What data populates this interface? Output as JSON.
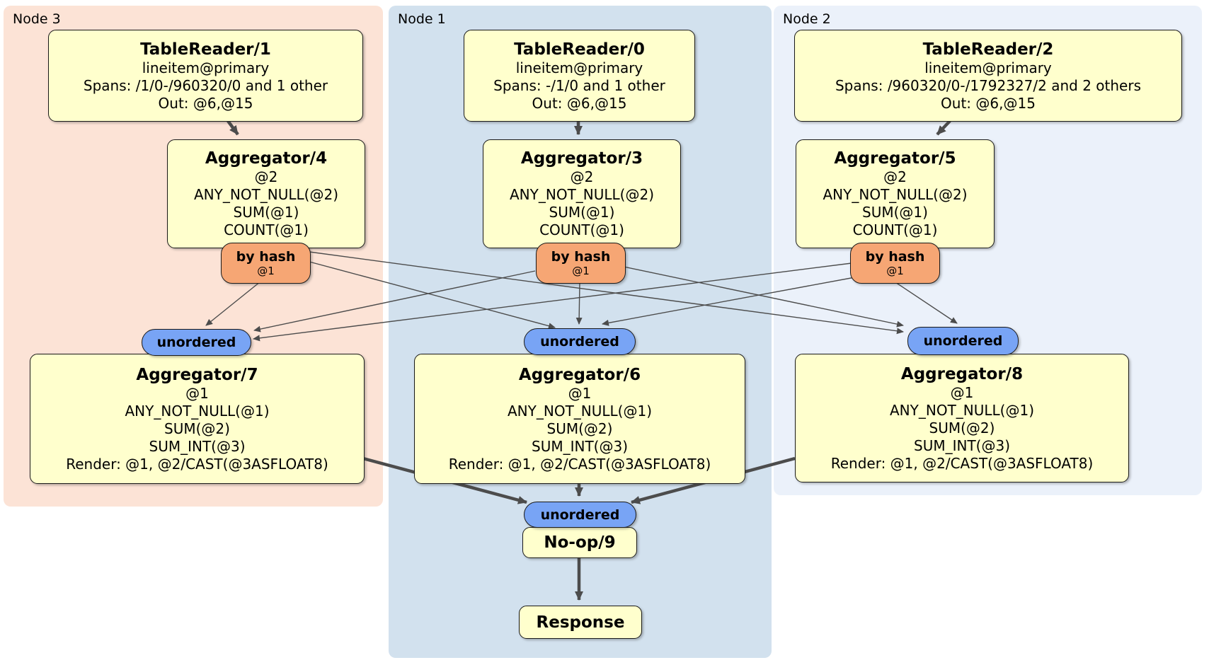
{
  "regions": {
    "node3": {
      "label": "Node 3"
    },
    "node1": {
      "label": "Node 1"
    },
    "node2": {
      "label": "Node 2"
    }
  },
  "processors": {
    "tr1": {
      "title": "TableReader/1",
      "lines": [
        "lineitem@primary",
        "Spans: /1/0-/960320/0 and 1 other",
        "Out: @6,@15"
      ]
    },
    "tr0": {
      "title": "TableReader/0",
      "lines": [
        "lineitem@primary",
        "Spans: -/1/0 and 1 other",
        "Out: @6,@15"
      ]
    },
    "tr2": {
      "title": "TableReader/2",
      "lines": [
        "lineitem@primary",
        "Spans: /960320/0-/1792327/2 and 2 others",
        "Out: @6,@15"
      ]
    },
    "agg4": {
      "title": "Aggregator/4",
      "lines": [
        "@2",
        "ANY_NOT_NULL(@2)",
        "SUM(@1)",
        "COUNT(@1)"
      ]
    },
    "agg3": {
      "title": "Aggregator/3",
      "lines": [
        "@2",
        "ANY_NOT_NULL(@2)",
        "SUM(@1)",
        "COUNT(@1)"
      ]
    },
    "agg5": {
      "title": "Aggregator/5",
      "lines": [
        "@2",
        "ANY_NOT_NULL(@2)",
        "SUM(@1)",
        "COUNT(@1)"
      ]
    },
    "agg7": {
      "title": "Aggregator/7",
      "lines": [
        "@1",
        "ANY_NOT_NULL(@1)",
        "SUM(@2)",
        "SUM_INT(@3)",
        "Render: @1, @2/CAST(@3ASFLOAT8)"
      ]
    },
    "agg6": {
      "title": "Aggregator/6",
      "lines": [
        "@1",
        "ANY_NOT_NULL(@1)",
        "SUM(@2)",
        "SUM_INT(@3)",
        "Render: @1, @2/CAST(@3ASFLOAT8)"
      ]
    },
    "agg8": {
      "title": "Aggregator/8",
      "lines": [
        "@1",
        "ANY_NOT_NULL(@1)",
        "SUM(@2)",
        "SUM_INT(@3)",
        "Render: @1, @2/CAST(@3ASFLOAT8)"
      ]
    },
    "noop": {
      "title": "No-op/9"
    },
    "response": {
      "title": "Response"
    }
  },
  "router": {
    "label": "by hash",
    "sublabel": "@1"
  },
  "sync": {
    "label": "unordered"
  },
  "colors": {
    "node3_bg": "#fce3d6",
    "node1_bg": "#d2e1ee",
    "node2_bg": "#ebf1fa",
    "processor_fill": "#ffffcd",
    "router_fill": "#f6a674",
    "sync_fill": "#78a4f5",
    "edge": "#4c4c4c",
    "border": "#1a1a1a"
  }
}
